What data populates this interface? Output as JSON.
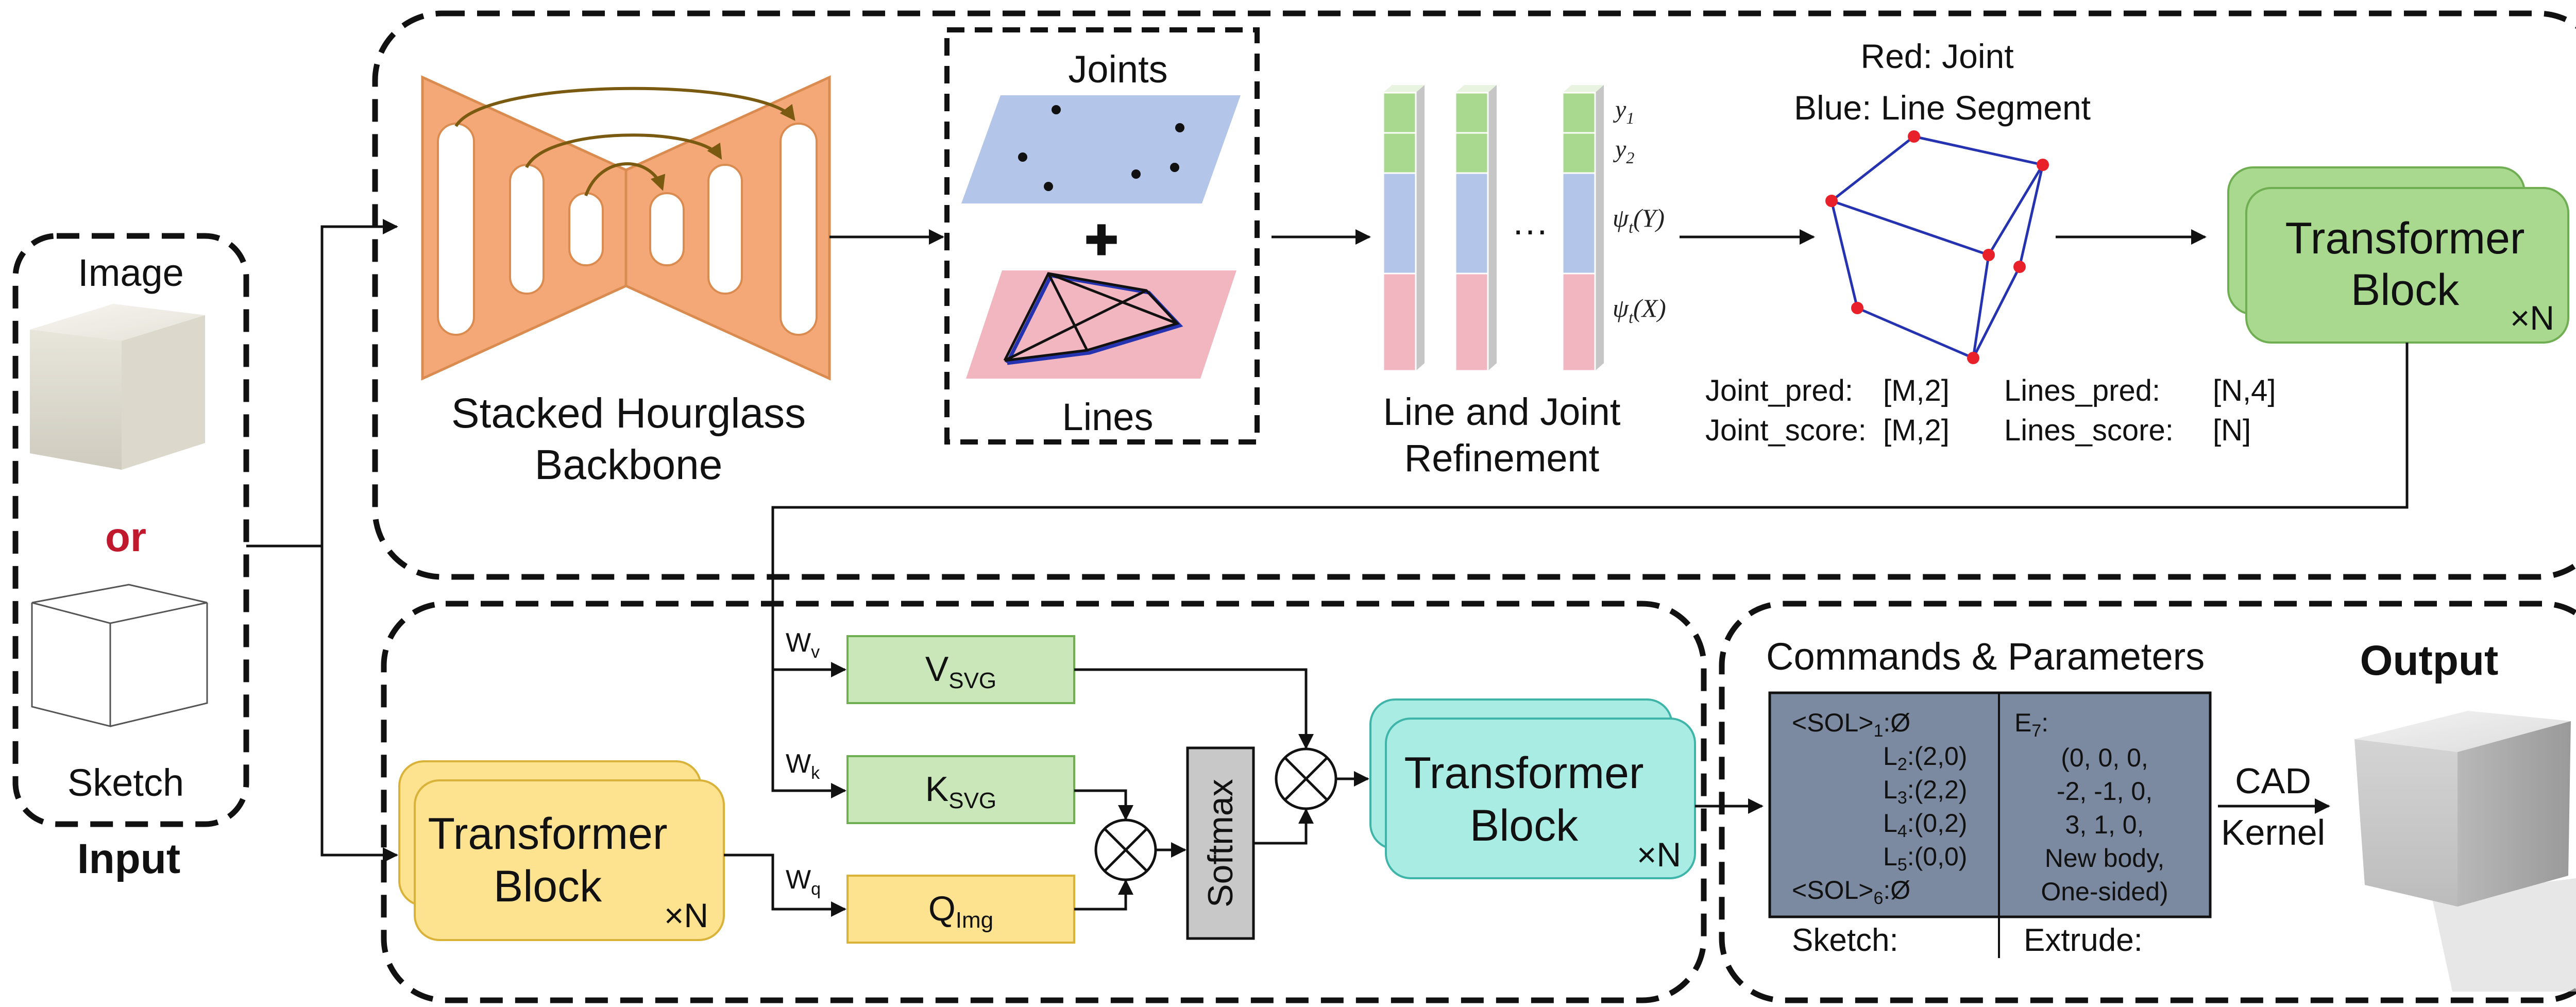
{
  "input": {
    "image_label": "Image",
    "or_label": "or",
    "sketch_label": "Sketch",
    "title": "Input"
  },
  "backbone": {
    "label_line1": "Stacked Hourglass",
    "label_line2": "Backbone"
  },
  "joints_lines": {
    "joints_label": "Joints",
    "plus": "+",
    "lines_label": "Lines"
  },
  "refinement": {
    "label_line1": "Line and Joint",
    "label_line2": "Refinement",
    "ellipsis": "···",
    "y1": "y",
    "y1_sub": "1",
    "y2": "y",
    "y2_sub": "2",
    "psi_y": "ψ",
    "psi_y_sub": "t",
    "psi_y_arg": "(Y)",
    "psi_x": "ψ",
    "psi_x_sub": "t",
    "psi_x_arg": "(X)"
  },
  "wireframe": {
    "legend_red": "Red: Joint",
    "legend_blue": "Blue: Line Segment",
    "joint_pred": "Joint_pred:",
    "joint_pred_shape": "[M,2]",
    "joint_score": "Joint_score:",
    "joint_score_shape": "[M,2]",
    "lines_pred": "Lines_pred:",
    "lines_pred_shape": "[N,4]",
    "lines_score": "Lines_score:",
    "lines_score_shape": "[N]"
  },
  "transformer_top": {
    "line1": "Transformer",
    "line2": "Block",
    "times": "×N"
  },
  "transformer_left": {
    "line1": "Transformer",
    "line2": "Block",
    "times": "×N"
  },
  "transformer_mid": {
    "line1": "Transformer",
    "line2": "Block",
    "times": "×N"
  },
  "attention": {
    "wv": "W",
    "wv_sub": "v",
    "wk": "W",
    "wk_sub": "k",
    "wq": "W",
    "wq_sub": "q",
    "v": "V",
    "v_sub": "SVG",
    "k": "K",
    "k_sub": "SVG",
    "q": "Q",
    "q_sub": "Img",
    "softmax": "Softmax",
    "otimes": "⊗"
  },
  "commands": {
    "title": "Commands & Parameters",
    "sketch_lines": [
      {
        "pre": "<SOL>",
        "sub": "1",
        "post": ":Ø"
      },
      {
        "pre": "L",
        "sub": "2",
        "post": ":(2,0)"
      },
      {
        "pre": "L",
        "sub": "3",
        "post": ":(2,2)"
      },
      {
        "pre": "L",
        "sub": "4",
        "post": ":(0,2)"
      },
      {
        "pre": "L",
        "sub": "5",
        "post": ":(0,0)"
      },
      {
        "pre": "<SOL>",
        "sub": "6",
        "post": ":Ø"
      }
    ],
    "extrude_head": "E",
    "extrude_head_sub": "7",
    "extrude_head_post": ":",
    "extrude_lines": [
      "(0,  0,  0,",
      "-2, -1, 0,",
      "3,  1,  0,",
      "New body,",
      "One-sided)"
    ],
    "sketch_caption": "Sketch:",
    "extrude_caption": "Extrude:",
    "panel_color": "#7b8aa0"
  },
  "output": {
    "title": "Output",
    "cad_line1": "CAD",
    "cad_line2": "Kernel"
  },
  "colors": {
    "hourglass_fill": "#f4a877",
    "hourglass_stroke": "#d98b50",
    "joints_plane": "#b3c6ea",
    "lines_plane": "#f2b6c0",
    "green_block": "#a9d98e",
    "green_box": "#c9e7b8",
    "yellow_block": "#fde28f",
    "cyan_block": "#a8ece3",
    "joint_red": "#e8202a",
    "line_blue": "#2533b0",
    "or_red": "#c0182d"
  }
}
